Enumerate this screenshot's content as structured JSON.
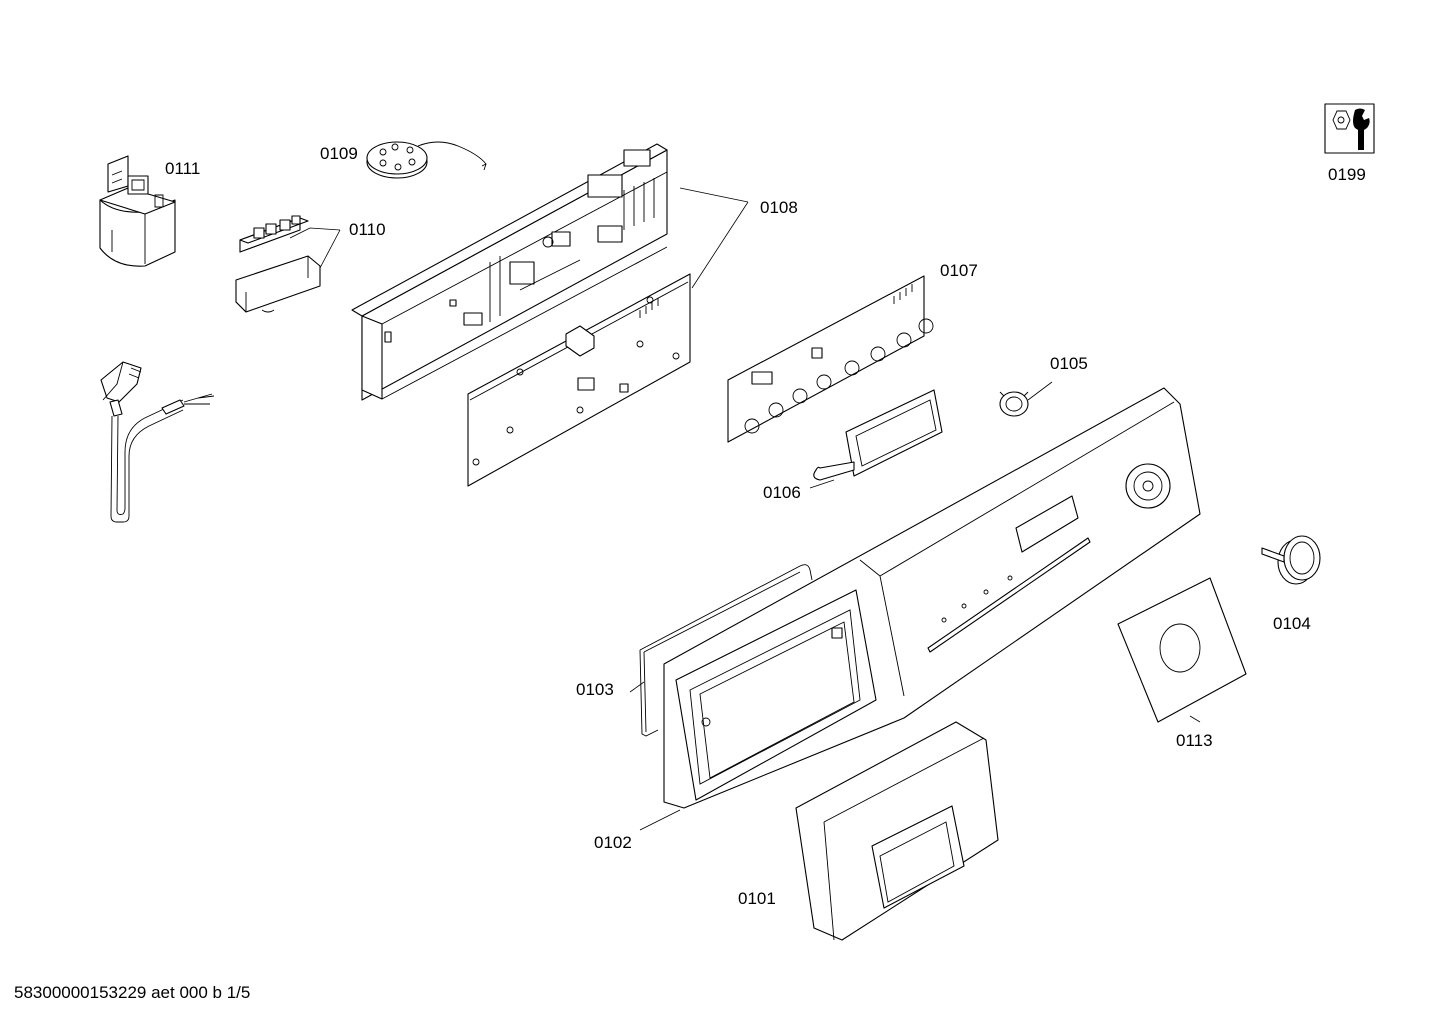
{
  "parts": [
    {
      "key": "0101",
      "label": "0101"
    },
    {
      "key": "0102",
      "label": "0102"
    },
    {
      "key": "0103",
      "label": "0103"
    },
    {
      "key": "0104",
      "label": "0104"
    },
    {
      "key": "0105",
      "label": "0105"
    },
    {
      "key": "0106",
      "label": "0106"
    },
    {
      "key": "0107",
      "label": "0107"
    },
    {
      "key": "0108",
      "label": "0108"
    },
    {
      "key": "0109",
      "label": "0109"
    },
    {
      "key": "0110",
      "label": "0110"
    },
    {
      "key": "0111",
      "label": "0111"
    },
    {
      "key": "0113",
      "label": "0113"
    },
    {
      "key": "0199",
      "label": "0199"
    }
  ],
  "footer": {
    "text": "58300000153229 aet 000 b 1/5"
  },
  "icons": {
    "tool_icon": "nut-and-wrench-icon"
  },
  "colors": {
    "line": "#000000",
    "background": "#ffffff"
  }
}
